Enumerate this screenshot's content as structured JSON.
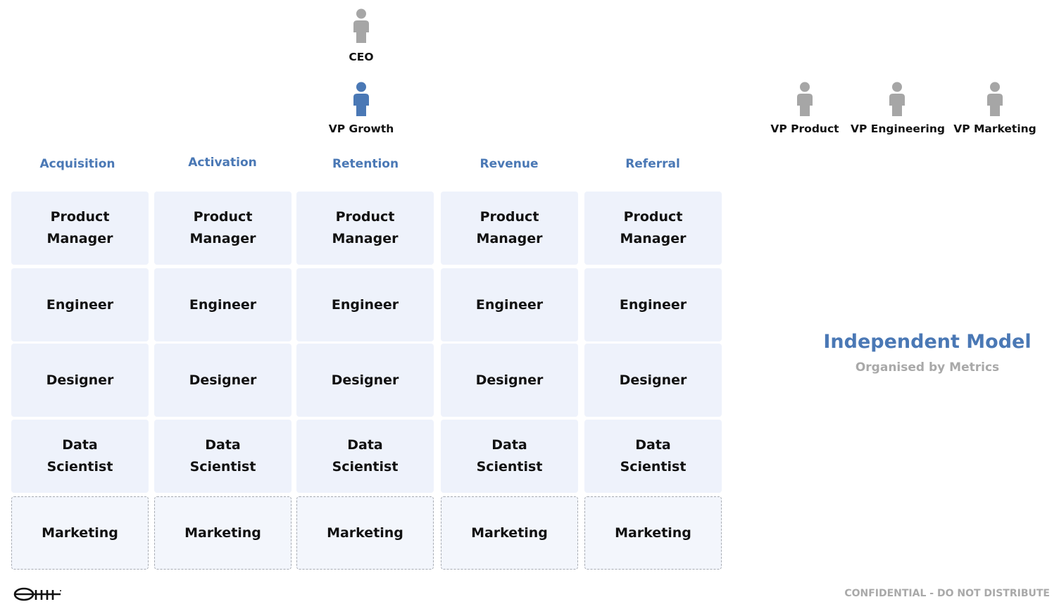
{
  "org": {
    "ceo": {
      "label": "CEO",
      "icon": "person-icon",
      "color": "#a6a6a6"
    },
    "vp_growth": {
      "label": "VP Growth",
      "icon": "person-icon",
      "color": "#4a78b5"
    },
    "vps": [
      {
        "label": "VP Product",
        "icon": "person-icon",
        "color": "#a6a6a6"
      },
      {
        "label": "VP Engineering",
        "icon": "person-icon",
        "color": "#a6a6a6"
      },
      {
        "label": "VP Marketing",
        "icon": "person-icon",
        "color": "#a6a6a6"
      }
    ]
  },
  "columns": [
    {
      "label": "Acquisition"
    },
    {
      "label": "Activation"
    },
    {
      "label": "Retention"
    },
    {
      "label": "Revenue"
    },
    {
      "label": "Referral"
    }
  ],
  "roles": [
    {
      "line1": "Product",
      "line2": "Manager",
      "style": "solid"
    },
    {
      "line1": "Engineer",
      "line2": "",
      "style": "solid"
    },
    {
      "line1": "Designer",
      "line2": "",
      "style": "solid"
    },
    {
      "line1": "Data",
      "line2": "Scientist",
      "style": "solid"
    },
    {
      "line1": "Marketing",
      "line2": "",
      "style": "dashed"
    }
  ],
  "model": {
    "title": "Independent Model",
    "subtitle": "Organised by Metrics"
  },
  "footer": {
    "confidential": "CONFIDENTIAL - DO NOT DISTRIBUTE",
    "logo": "company-logo"
  },
  "colors": {
    "accent": "#4a78b5",
    "cell_bg": "#eef2fb",
    "muted": "#a9a9a9"
  }
}
